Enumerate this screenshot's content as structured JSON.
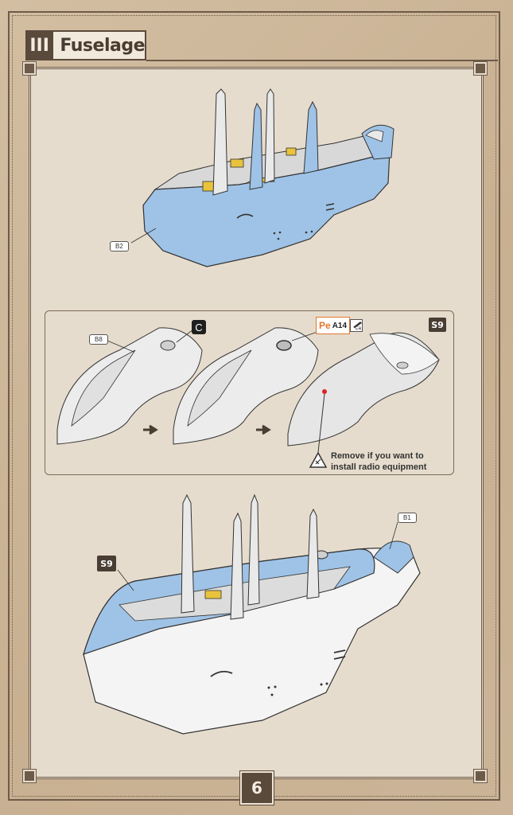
{
  "header": {
    "section_number": "III",
    "title": "Fuselage"
  },
  "step1": {
    "callout_part": "B2"
  },
  "step2": {
    "callout_part": "B8",
    "color_code": "C",
    "etch_prefix": "Pe",
    "etch_part": "A14",
    "cut_icon_label": "Ca",
    "paint_badge": "S9",
    "note": "Remove if you want to install radio equipment"
  },
  "step3": {
    "paint_badge": "S9",
    "callout_part": "B1"
  },
  "footer": {
    "page_number": "6"
  },
  "colors": {
    "frame": "#6e5a49",
    "paper": "#e6dccd",
    "part_blue": "#9fc3e6",
    "part_grey": "#e9e9e9",
    "yellow_detail": "#e9c33b",
    "etch_orange": "#e2762f"
  }
}
